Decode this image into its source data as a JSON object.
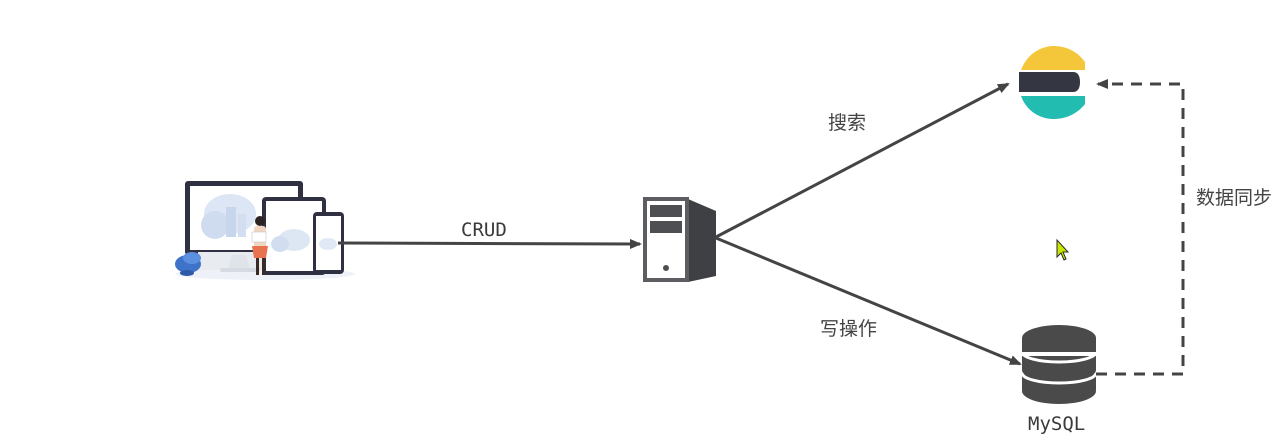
{
  "diagram": {
    "edges": {
      "crud": "CRUD",
      "search": "搜索",
      "write": "写操作",
      "sync": "数据同步"
    },
    "nodes": {
      "mysql": "MySQL"
    },
    "colors": {
      "arrow": "#444444",
      "node_fill": "#4a4a4a",
      "es_yellow": "#f4c73a",
      "es_dark": "#343741",
      "es_teal": "#22bcb1",
      "cursor": "#c8e600"
    },
    "icons": {
      "client": "devices-illustration-icon",
      "server": "server-icon",
      "search_engine": "elasticsearch-logo-icon",
      "database": "database-icon",
      "cursor": "mouse-cursor-icon"
    }
  }
}
